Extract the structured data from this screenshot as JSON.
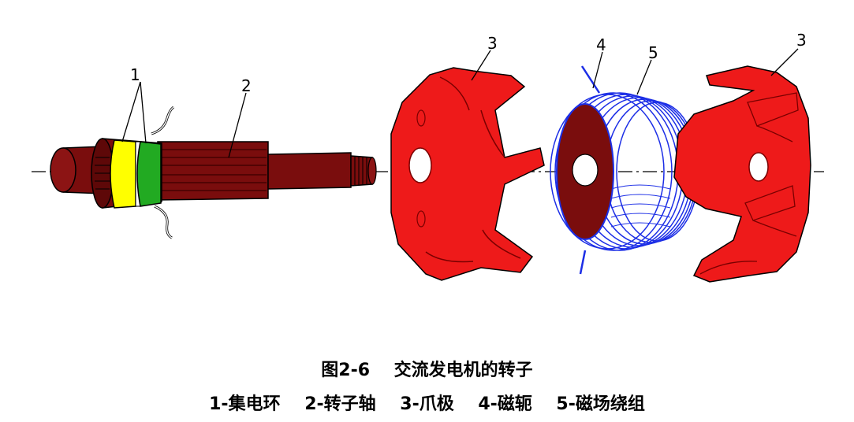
{
  "figure": {
    "title": "图2-6    交流发电机的转子",
    "legend": "1-集电环    2-转子轴    3-爪极    4-磁轭    5-磁场绕组"
  },
  "callouts": {
    "slip_rings": "1",
    "shaft": "2",
    "claw_pole_left": "3",
    "yoke": "4",
    "field_winding": "5",
    "claw_pole_right": "3"
  },
  "colors": {
    "shaft": "#7a0d0d",
    "claw_pole": "#ee1a1a",
    "winding": "#1c2ee6",
    "ring_yellow": "#ffff00",
    "ring_green": "#22aa22"
  }
}
